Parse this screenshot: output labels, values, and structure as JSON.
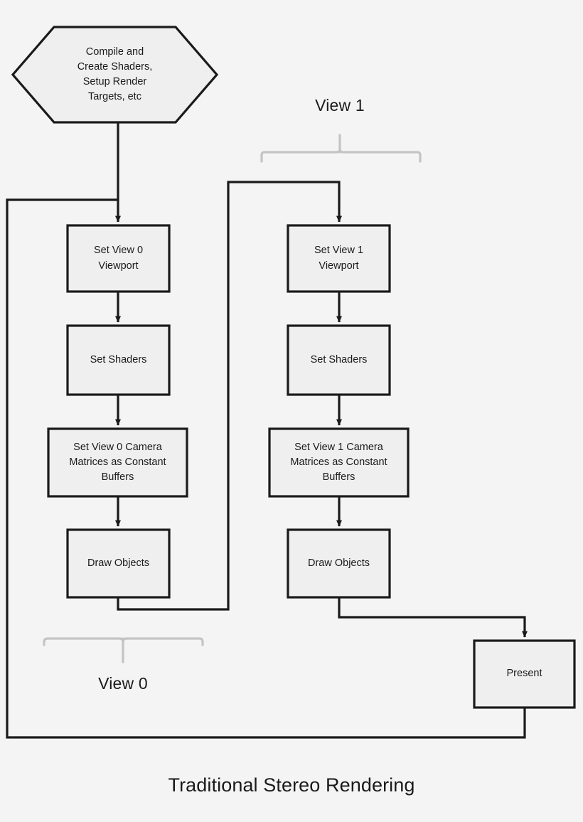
{
  "diagram": {
    "caption": "Traditional Stereo Rendering",
    "background_color": "#f4f4f4",
    "node_fill_color": "#efefef",
    "node_stroke_color": "#1a1a1a",
    "connector_color": "#1a1a1a",
    "bracket_color": "#c4c4c4",
    "text_color": "#1a1a1a"
  },
  "nodes": {
    "start": {
      "label": "Compile and\nCreate Shaders,\nSetup Render\nTargets, etc",
      "shape": "hexagon"
    },
    "view0_viewport": {
      "label": "Set View 0\nViewport",
      "shape": "rect"
    },
    "view0_shaders": {
      "label": "Set Shaders",
      "shape": "rect"
    },
    "view0_camera": {
      "label": "Set  View 0 Camera\nMatrices as Constant\nBuffers",
      "shape": "rect"
    },
    "view0_draw": {
      "label": "Draw Objects",
      "shape": "rect"
    },
    "view1_viewport": {
      "label": "Set View 1\nViewport",
      "shape": "rect"
    },
    "view1_shaders": {
      "label": "Set Shaders",
      "shape": "rect"
    },
    "view1_camera": {
      "label": "Set View 1 Camera\nMatrices as Constant\nBuffers",
      "shape": "rect"
    },
    "view1_draw": {
      "label": "Draw Objects",
      "shape": "rect"
    },
    "present": {
      "label": "Present",
      "shape": "rect"
    }
  },
  "groups": {
    "view0": {
      "label": "View 0"
    },
    "view1": {
      "label": "View 1"
    }
  }
}
